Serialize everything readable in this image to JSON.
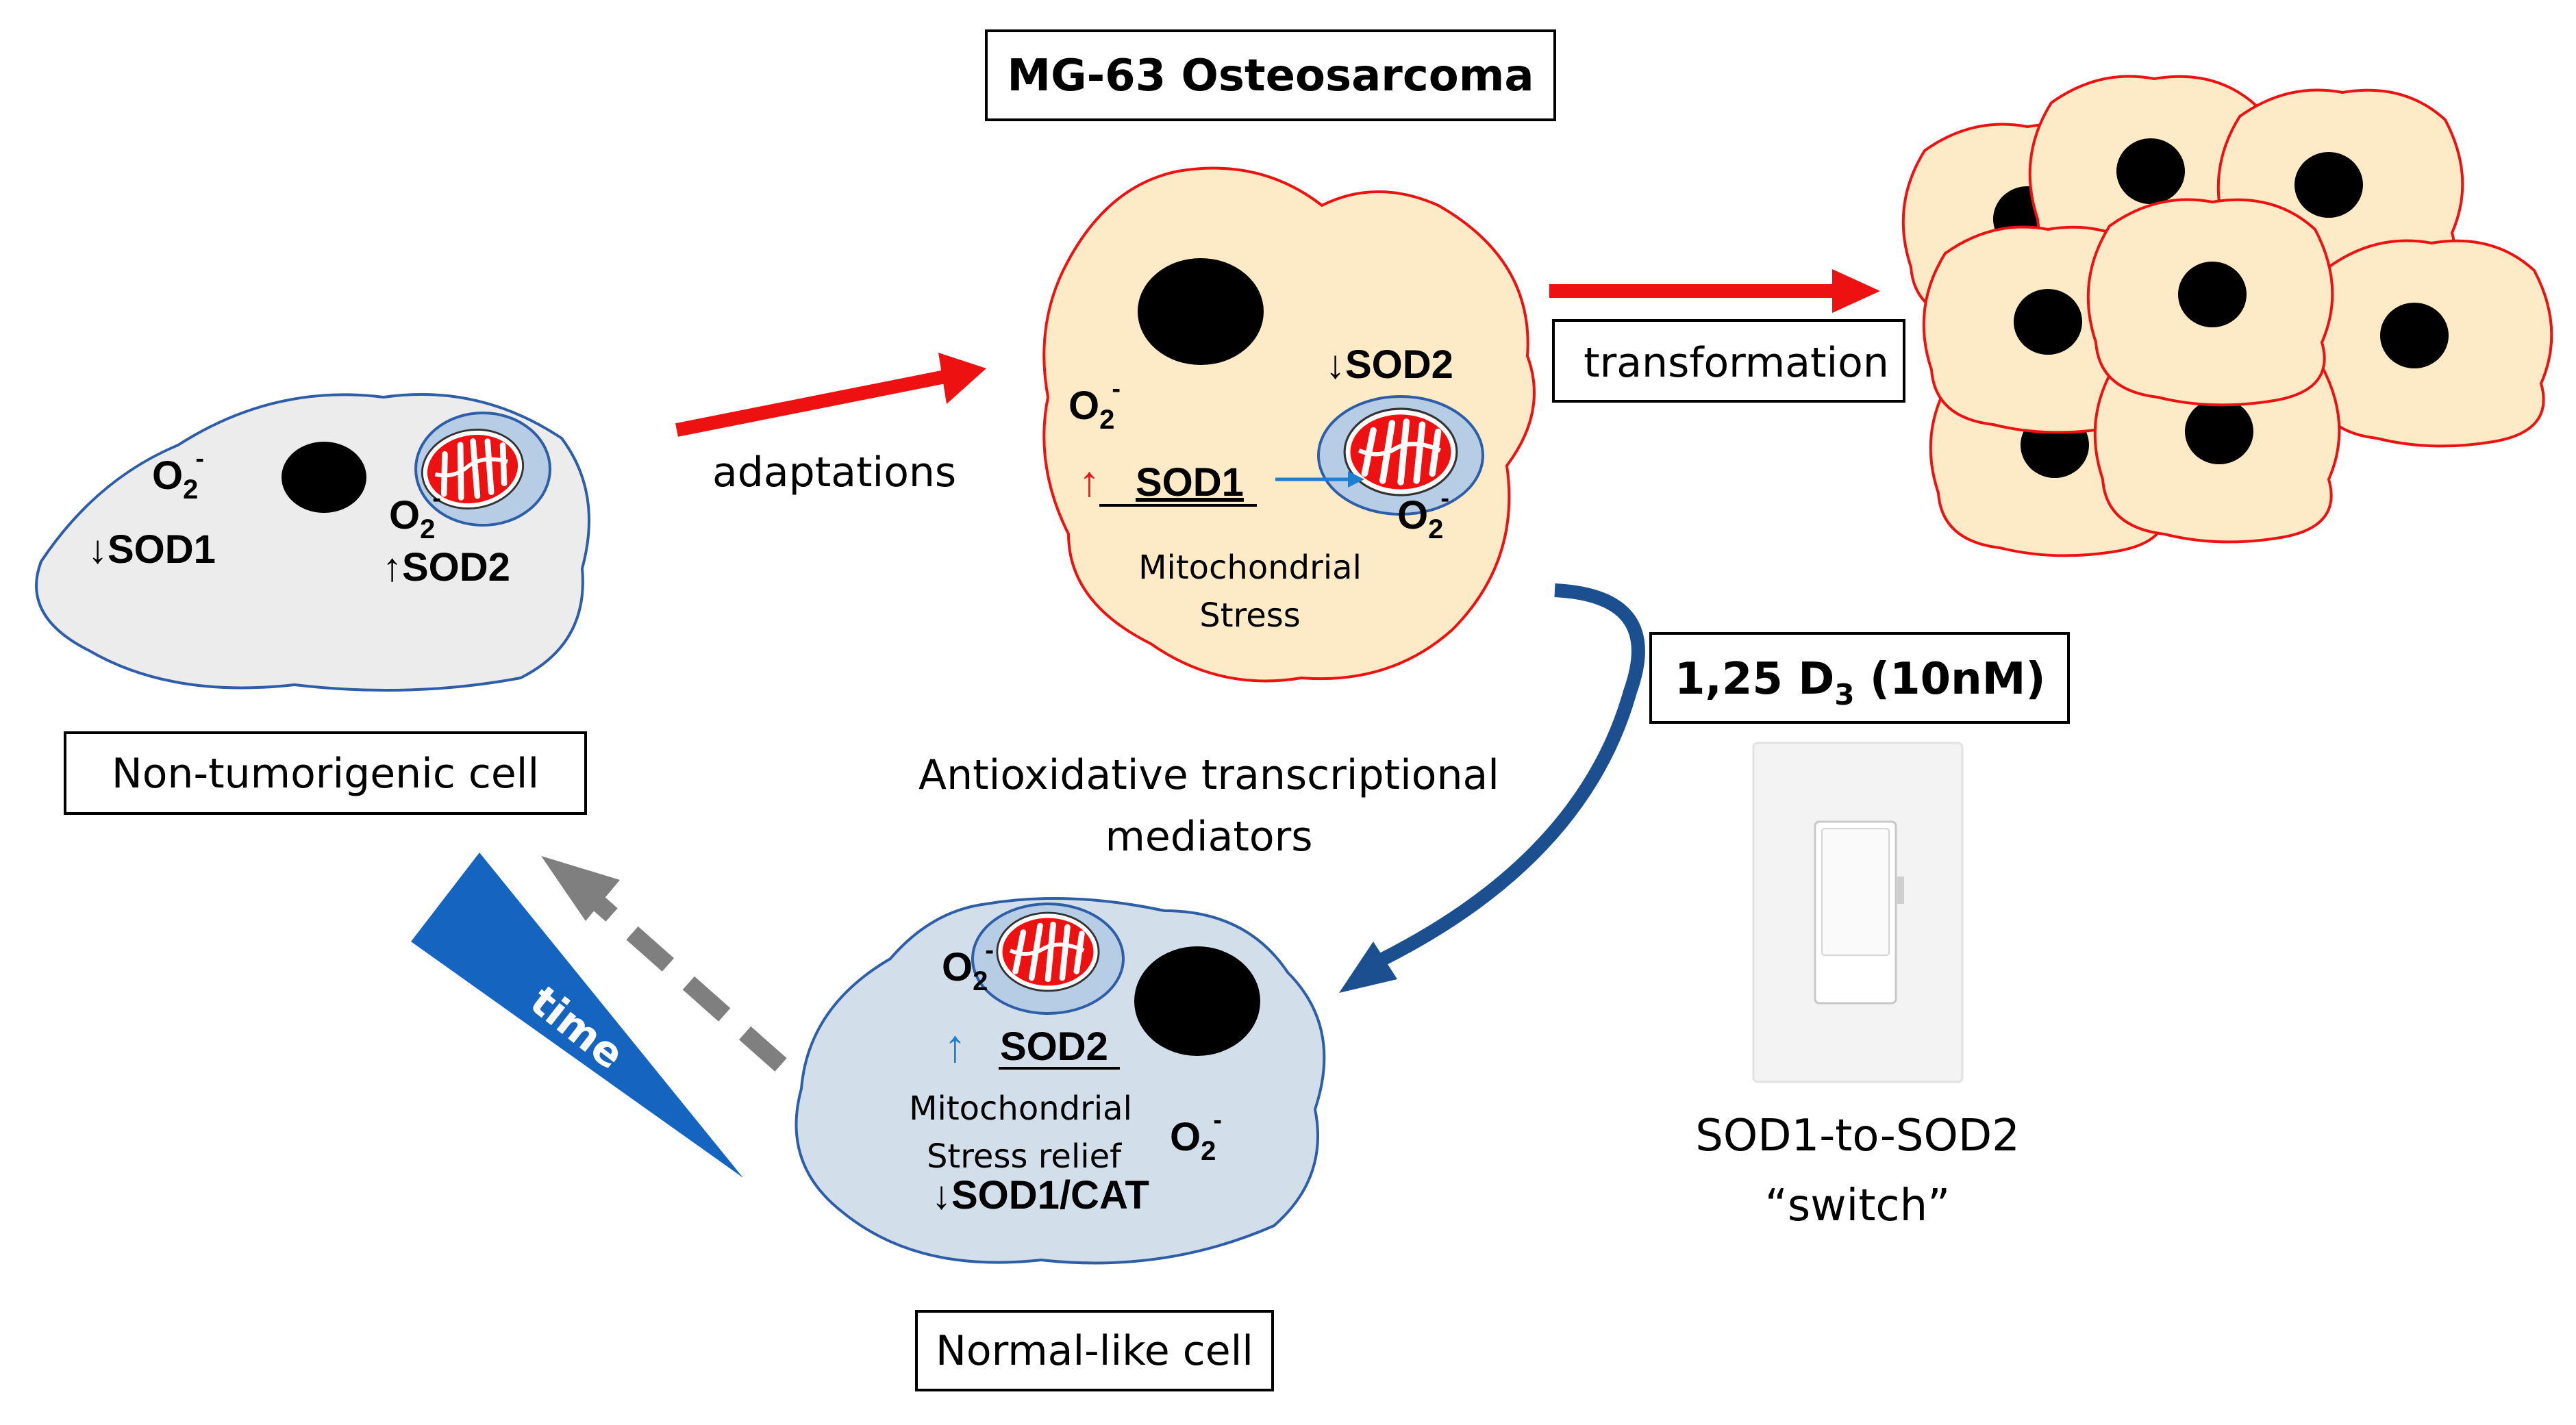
{
  "title_box": "MG-63 Osteosarcoma",
  "cells": {
    "non_tumorigenic": {
      "superoxide_base": "O",
      "superoxide_sub": "2",
      "superoxide_sup": "-",
      "sod1": "SOD1",
      "sod2": "SOD2",
      "down_arrow": "↓",
      "up_arrow": "↑",
      "label": "Non-tumorigenic cell"
    },
    "osteosarcoma": {
      "superoxide_base": "O",
      "superoxide_sub": "2",
      "superoxide_sup": "-",
      "sod1": "SOD1",
      "sod2": "SOD2",
      "down_arrow": "↓",
      "up_arrow": "↑",
      "stress_line1": "Mitochondrial",
      "stress_line2": "Stress"
    },
    "normal_like": {
      "superoxide_base": "O",
      "superoxide_sub": "2",
      "superoxide_sup": "-",
      "sod2": "SOD2",
      "sod1_cat": "SOD1/CAT",
      "down_arrow": "↓",
      "up_arrow": "↑",
      "relief_line1": "Mitochondrial",
      "relief_line2": "Stress relief",
      "label": "Normal-like cell"
    }
  },
  "arrows": {
    "adaptations": "adaptations",
    "transformation": "transformation",
    "mediators_line1": "Antioxidative transcriptional",
    "mediators_line2": "mediators",
    "time": "time"
  },
  "treatment": {
    "label_main": "1,25 D",
    "label_sub": "3",
    "label_rest": " (10nM)",
    "switch_line1": "SOD1-to-SOD2",
    "switch_line2": "“switch”"
  },
  "colors": {
    "red": "#ee1111",
    "blue_arrow": "#1b4f8f",
    "light_blue": "#1e7fd0",
    "time_wedge": "#1565c0",
    "gray_arrow": "#7f7f7f",
    "cell_yellow": "#fdebc8",
    "cell_gray": "#ececec",
    "cell_blue": "#d2dfeb",
    "cell_outline_red": "#ee1111",
    "cell_outline_blue": "#2e5ea8"
  }
}
